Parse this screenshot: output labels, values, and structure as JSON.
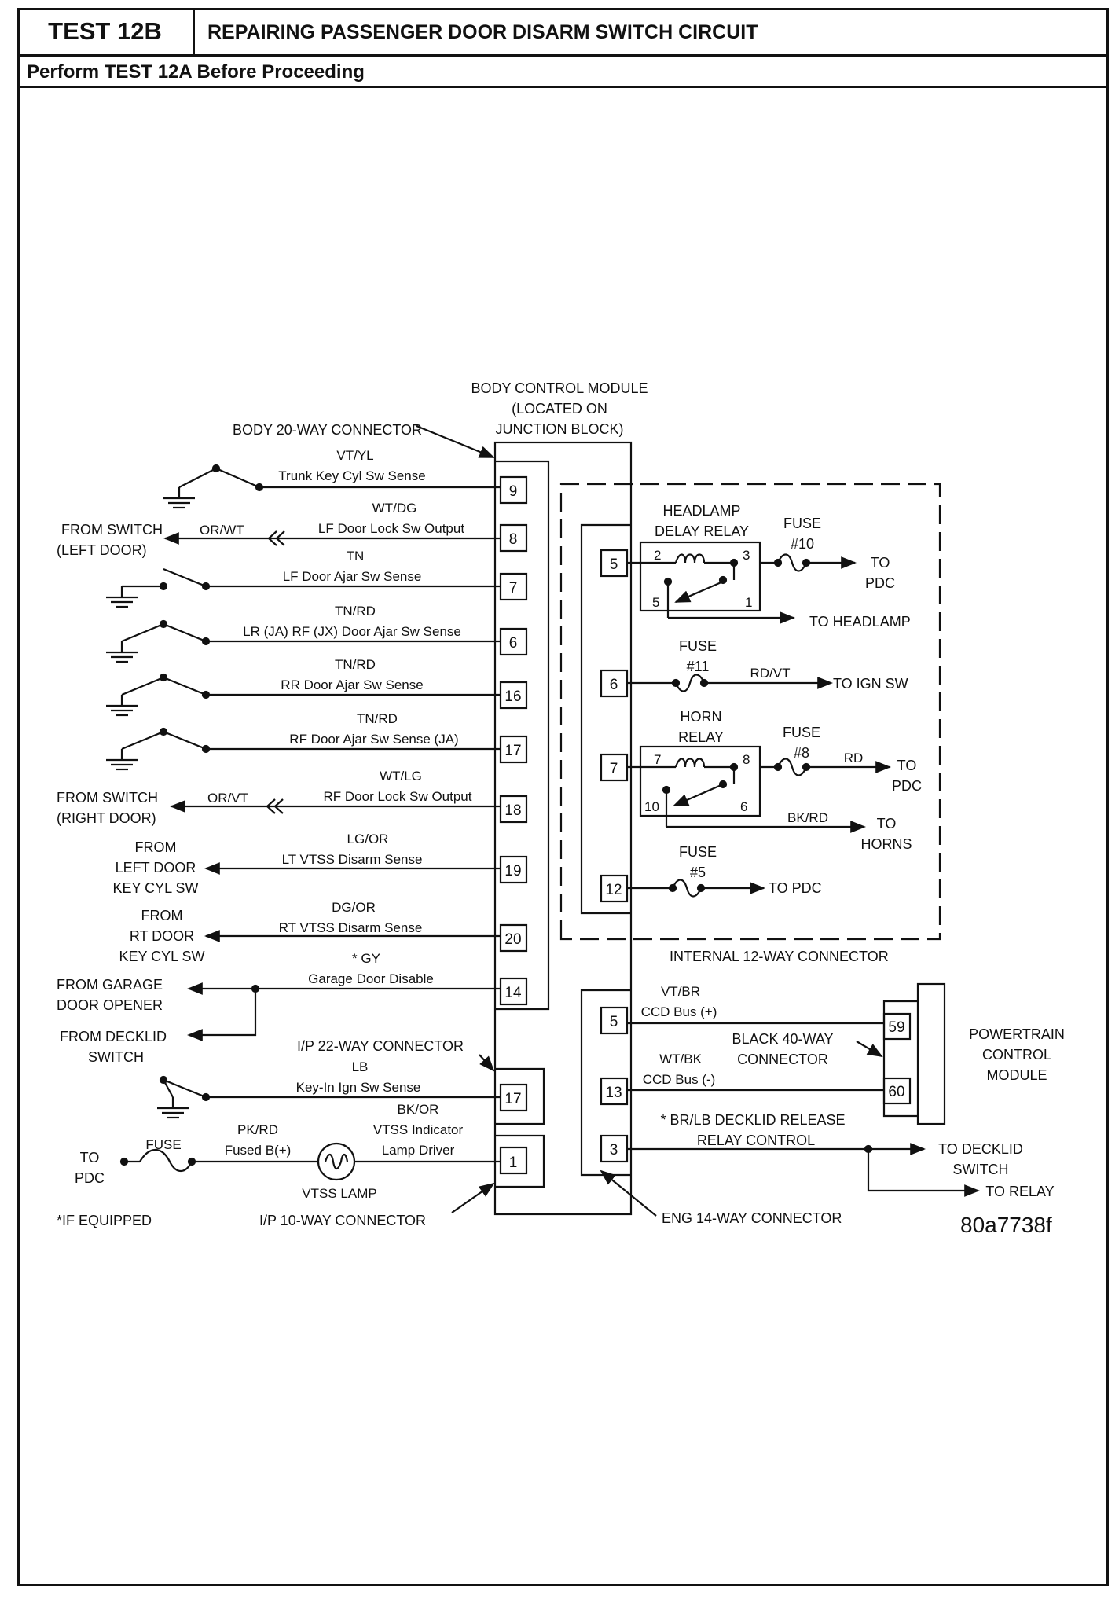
{
  "header": {
    "test_id": "TEST 12B",
    "title": "REPAIRING PASSENGER DOOR DISARM SWITCH CIRCUIT",
    "prerequisite": "Perform TEST 12A Before Proceeding"
  },
  "bcm": {
    "title_l1": "BODY CONTROL MODULE",
    "title_l2": "(LOCATED ON",
    "title_l3": "JUNCTION BLOCK)",
    "body_connector": "BODY 20-WAY CONNECTOR",
    "ip22_connector": "I/P 22-WAY CONNECTOR",
    "ip10_connector": "I/P 10-WAY CONNECTOR",
    "eng14_connector": "ENG 14-WAY CONNECTOR",
    "internal_connector": "INTERNAL 12-WAY CONNECTOR"
  },
  "circuits": [
    {
      "pin": "9",
      "wire": "VT/YL",
      "name": "Trunk Key Cyl Sw Sense"
    },
    {
      "pin": "8",
      "wire": "WT/DG",
      "name": "LF Door Lock Sw Output",
      "harness": "OR/WT",
      "source_l1": "FROM SWITCH",
      "source_l2": "(LEFT DOOR)"
    },
    {
      "pin": "7",
      "wire": "TN",
      "name": "LF Door Ajar Sw Sense"
    },
    {
      "pin": "6",
      "wire": "TN/RD",
      "name": "LR (JA) RF (JX) Door Ajar Sw Sense"
    },
    {
      "pin": "16",
      "wire": "TN/RD",
      "name": "RR Door Ajar Sw Sense"
    },
    {
      "pin": "17",
      "wire": "TN/RD",
      "name": "RF Door Ajar Sw Sense (JA)"
    },
    {
      "pin": "18",
      "wire": "WT/LG",
      "name": "RF Door Lock Sw Output",
      "harness": "OR/VT",
      "source_l1": "FROM SWITCH",
      "source_l2": "(RIGHT DOOR)"
    },
    {
      "pin": "19",
      "wire": "LG/OR",
      "name": "LT VTSS Disarm Sense",
      "source_l1": "FROM",
      "source_l2": "LEFT DOOR",
      "source_l3": "KEY CYL SW"
    },
    {
      "pin": "20",
      "wire": "DG/OR",
      "name": "RT VTSS Disarm Sense",
      "source_l1": "FROM",
      "source_l2": "RT DOOR",
      "source_l3": "KEY CYL SW"
    },
    {
      "pin": "14",
      "wire": "* GY",
      "name": "Garage Door Disable",
      "source_a1": "FROM GARAGE",
      "source_a2": "DOOR OPENER",
      "source_b1": "FROM DECKLID",
      "source_b2": "SWITCH"
    },
    {
      "pin": "17",
      "wire": "LB",
      "name": "Key-In Ign Sw Sense"
    },
    {
      "pin": "1",
      "wire_l1": "BK/OR",
      "wire_l2": "VTSS Indicator",
      "wire_l3": "Lamp Driver",
      "feed_wire": "PK/RD",
      "feed_name": "Fused B(+)",
      "fuse": "FUSE",
      "dest_l1": "TO",
      "dest_l2": "PDC",
      "lamp": "VTSS LAMP"
    }
  ],
  "internal": {
    "headlamp_relay_l1": "HEADLAMP",
    "headlamp_relay_l2": "DELAY RELAY",
    "fuse10_l1": "FUSE",
    "fuse10_l2": "#10",
    "to_pdc_a1": "TO",
    "to_pdc_a2": "PDC",
    "to_headlamp": "TO HEADLAMP",
    "fuse11_l1": "FUSE",
    "fuse11_l2": "#11",
    "rdvt": "RD/VT",
    "to_ign": "TO IGN SW",
    "horn_relay_l1": "HORN",
    "horn_relay_l2": "RELAY",
    "fuse8_l1": "FUSE",
    "fuse8_l2": "#8",
    "rd": "RD",
    "to_pdc_b1": "TO",
    "to_pdc_b2": "PDC",
    "bkrd": "BK/RD",
    "to_horns1": "TO",
    "to_horns2": "HORNS",
    "fuse5_l1": "FUSE",
    "fuse5_l2": "#5",
    "to_pdc_c": "TO PDC",
    "pins": {
      "p5": "5",
      "p6": "6",
      "p7": "7",
      "p12": "12",
      "r2": "2",
      "r3": "3",
      "r5": "5",
      "r1": "1",
      "h7": "7",
      "h8": "8",
      "h10": "10",
      "h6": "6"
    }
  },
  "engine": {
    "vtbr": "VT/BR",
    "ccd_plus": "CCD Bus (+)",
    "black40_l1": "BLACK 40-WAY",
    "black40_l2": "CONNECTOR",
    "wtbk": "WT/BK",
    "ccd_minus": "CCD Bus (-)",
    "decklid_l1": "* BR/LB DECKLID RELEASE",
    "decklid_l2": "RELAY CONTROL",
    "to_decklid_l1": "TO DECKLID",
    "to_decklid_l2": "SWITCH",
    "to_relay": "TO RELAY",
    "pcm_l1": "POWERTRAIN",
    "pcm_l2": "CONTROL",
    "pcm_l3": "MODULE",
    "pins": {
      "p5": "5",
      "p13": "13",
      "p3": "3",
      "p59": "59",
      "p60": "60"
    }
  },
  "footnote": "*IF EQUIPPED",
  "figure_id": "80a7738f"
}
